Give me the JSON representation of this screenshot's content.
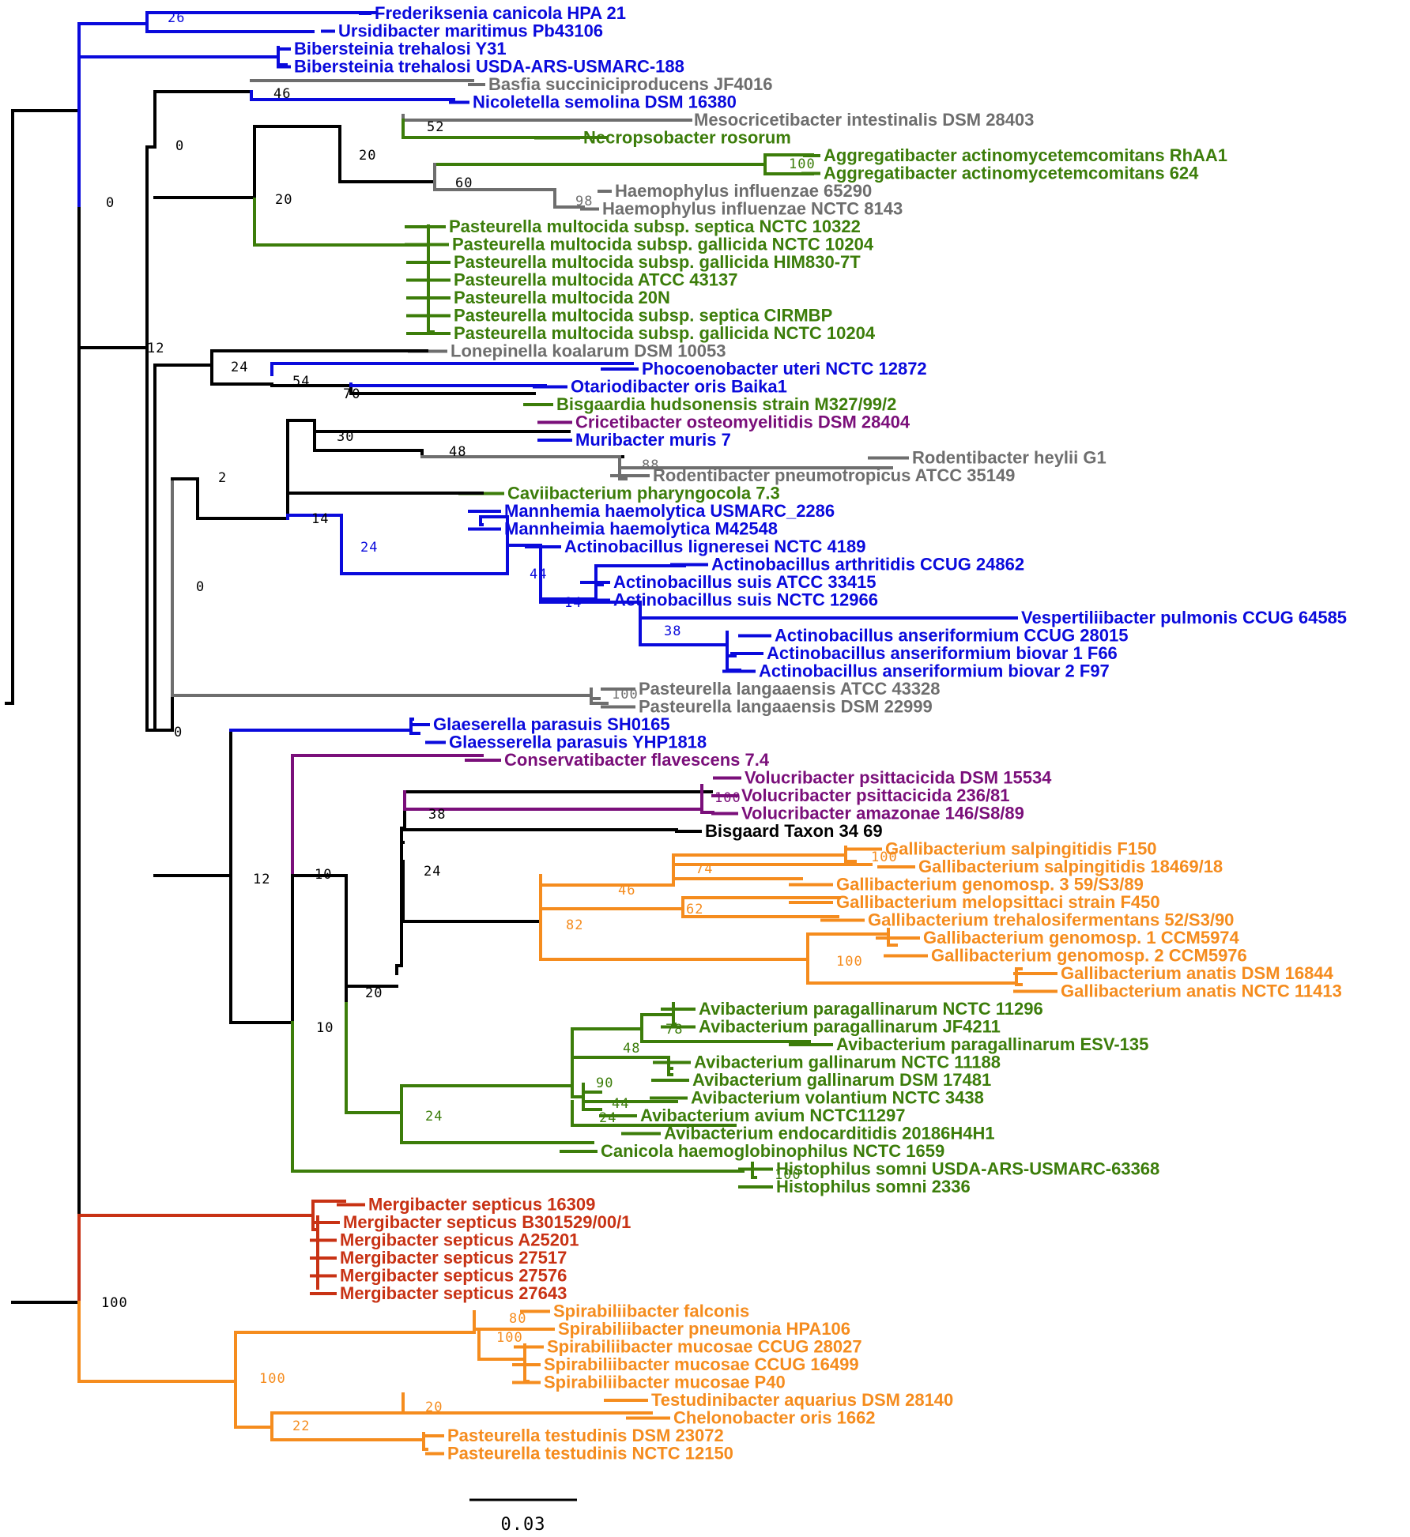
{
  "colors": {
    "blue": "#0a0adc",
    "grey": "#6e6e6e",
    "green": "#3c7d0a",
    "black": "#000000",
    "purple": "#7a0f7a",
    "orange": "#f58c1e",
    "red": "#c83214"
  },
  "scale_bar": {
    "label": "0.03"
  },
  "taxa": [
    {
      "label": "Frederiksenia canicola HPA 21",
      "color": "blue"
    },
    {
      "label": "Ursidibacter maritimus Pb43106",
      "color": "blue"
    },
    {
      "label": "Bibersteinia trehalosi Y31",
      "color": "blue"
    },
    {
      "label": "Bibersteinia trehalosi USDA-ARS-USMARC-188",
      "color": "blue"
    },
    {
      "label": "Basfia succiniciproducens JF4016",
      "color": "grey"
    },
    {
      "label": "Nicoletella semolina DSM 16380",
      "color": "blue"
    },
    {
      "label": "Mesocricetibacter intestinalis DSM 28403",
      "color": "grey"
    },
    {
      "label": "Necropsobacter rosorum",
      "color": "green"
    },
    {
      "label": "Aggregatibacter actinomycetemcomitans RhAA1",
      "color": "green"
    },
    {
      "label": "Aggregatibacter actinomycetemcomitans 624",
      "color": "green"
    },
    {
      "label": "Haemophylus influenzae 65290",
      "color": "grey"
    },
    {
      "label": "Haemophylus influenzae NCTC 8143",
      "color": "grey"
    },
    {
      "label": "Pasteurella multocida subsp. septica NCTC 10322",
      "color": "green"
    },
    {
      "label": "Pasteurella multocida subsp. gallicida NCTC 10204",
      "color": "green"
    },
    {
      "label": "Pasteurella multocida subsp. gallicida HIM830-7T",
      "color": "green"
    },
    {
      "label": "Pasteurella multocida ATCC 43137",
      "color": "green"
    },
    {
      "label": "Pasteurella multocida 20N",
      "color": "green"
    },
    {
      "label": "Pasteurella multocida subsp. septica CIRMBP",
      "color": "green"
    },
    {
      "label": "Pasteurella multocida subsp. gallicida NCTC 10204",
      "color": "green"
    },
    {
      "label": "Lonepinella koalarum DSM 10053",
      "color": "grey"
    },
    {
      "label": "Phocoenobacter uteri NCTC 12872",
      "color": "blue"
    },
    {
      "label": "Otariodibacter oris Baika1",
      "color": "blue"
    },
    {
      "label": "Bisgaardia hudsonensis strain M327/99/2",
      "color": "green"
    },
    {
      "label": "Cricetibacter osteomyelitidis DSM 28404",
      "color": "purple"
    },
    {
      "label": "Muribacter muris 7",
      "color": "blue"
    },
    {
      "label": "Rodentibacter heylii G1",
      "color": "grey"
    },
    {
      "label": "Rodentibacter pneumotropicus ATCC 35149",
      "color": "grey"
    },
    {
      "label": "Caviibacterium pharyngocola 7.3",
      "color": "green"
    },
    {
      "label": "Mannhemia haemolytica USMARC_2286",
      "color": "blue"
    },
    {
      "label": "Mannheimia haemolytica M42548",
      "color": "blue"
    },
    {
      "label": "Actinobacillus ligneresei NCTC 4189",
      "color": "blue"
    },
    {
      "label": "Actinobacillus arthritidis CCUG 24862",
      "color": "blue"
    },
    {
      "label": "Actinobacillus suis ATCC 33415",
      "color": "blue"
    },
    {
      "label": "Actinobacillus suis NCTC 12966",
      "color": "blue"
    },
    {
      "label": "Vespertiliibacter pulmonis CCUG 64585",
      "color": "blue"
    },
    {
      "label": "Actinobacillus anseriformium CCUG 28015",
      "color": "blue"
    },
    {
      "label": "Actinobacillus anseriformium biovar 1 F66",
      "color": "blue"
    },
    {
      "label": "Actinobacillus anseriformium biovar 2 F97",
      "color": "blue"
    },
    {
      "label": "Pasteurella langaaensis ATCC 43328",
      "color": "grey"
    },
    {
      "label": "Pasteurella langaaensis DSM 22999",
      "color": "grey"
    },
    {
      "label": "Glaeserella parasuis SH0165",
      "color": "blue"
    },
    {
      "label": "Glaesserella parasuis YHP1818",
      "color": "blue"
    },
    {
      "label": "Conservatibacter flavescens 7.4",
      "color": "purple"
    },
    {
      "label": "Volucribacter psittacicida DSM 15534",
      "color": "purple"
    },
    {
      "label": "Volucribacter psittacicida 236/81",
      "color": "purple"
    },
    {
      "label": "Volucribacter amazonae 146/S8/89",
      "color": "purple"
    },
    {
      "label": "Bisgaard Taxon 34 69",
      "color": "black"
    },
    {
      "label": "Gallibacterium salpingitidis F150",
      "color": "orange"
    },
    {
      "label": "Gallibacterium salpingitidis 18469/18",
      "color": "orange"
    },
    {
      "label": "Gallibacterium genomosp. 3 59/S3/89",
      "color": "orange"
    },
    {
      "label": "Gallibacterium melopsittaci strain F450",
      "color": "orange"
    },
    {
      "label": "Gallibacterium trehalosifermentans 52/S3/90",
      "color": "orange"
    },
    {
      "label": "Gallibacterium genomosp. 1 CCM5974",
      "color": "orange"
    },
    {
      "label": "Gallibacterium genomosp. 2 CCM5976",
      "color": "orange"
    },
    {
      "label": "Gallibacterium anatis DSM 16844",
      "color": "orange"
    },
    {
      "label": "Gallibacterium anatis NCTC 11413",
      "color": "orange"
    },
    {
      "label": "Avibacterium paragallinarum NCTC 11296",
      "color": "green"
    },
    {
      "label": "Avibacterium paragallinarum JF4211",
      "color": "green"
    },
    {
      "label": "Avibacterium paragallinarum ESV-135",
      "color": "green"
    },
    {
      "label": "Avibacterium gallinarum NCTC 11188",
      "color": "green"
    },
    {
      "label": "Avibacterium gallinarum DSM 17481",
      "color": "green"
    },
    {
      "label": "Avibacterium volantium NCTC 3438",
      "color": "green"
    },
    {
      "label": "Avibacterium avium NCTC11297",
      "color": "green"
    },
    {
      "label": "Avibacterium endocarditidis 20186H4H1",
      "color": "green"
    },
    {
      "label": "Canicola haemoglobinophilus NCTC 1659",
      "color": "green"
    },
    {
      "label": "Histophilus somni USDA-ARS-USMARC-63368",
      "color": "green"
    },
    {
      "label": "Histophilus somni 2336",
      "color": "green"
    },
    {
      "label": "Mergibacter septicus 16309",
      "color": "red"
    },
    {
      "label": "Mergibacter septicus B301529/00/1",
      "color": "red"
    },
    {
      "label": "Mergibacter septicus A25201",
      "color": "red"
    },
    {
      "label": "Mergibacter septicus 27517",
      "color": "red"
    },
    {
      "label": "Mergibacter septicus 27576",
      "color": "red"
    },
    {
      "label": "Mergibacter septicus 27643",
      "color": "red"
    },
    {
      "label": "Spirabiliibacter falconis",
      "color": "orange"
    },
    {
      "label": "Spirabiliibacter pneumonia HPA106",
      "color": "orange"
    },
    {
      "label": "Spirabiliibacter mucosae CCUG 28027",
      "color": "orange"
    },
    {
      "label": "Spirabiliibacter mucosae CCUG 16499",
      "color": "orange"
    },
    {
      "label": "Spirabiliibacter mucosae P40",
      "color": "orange"
    },
    {
      "label": "Testudinibacter aquarius DSM 28140",
      "color": "orange"
    },
    {
      "label": "Chelonobacter oris 1662",
      "color": "orange"
    },
    {
      "label": "Pasteurella testudinis DSM 23072",
      "color": "orange"
    },
    {
      "label": "Pasteurella testudinis NCTC 12150",
      "color": "orange"
    }
  ],
  "bootstrap_values": [
    {
      "label": "26",
      "color": "blue"
    },
    {
      "label": "0",
      "color": "black"
    },
    {
      "label": "46",
      "color": "black"
    },
    {
      "label": "0",
      "color": "black"
    },
    {
      "label": "52",
      "color": "black"
    },
    {
      "label": "20",
      "color": "black"
    },
    {
      "label": "100",
      "color": "green"
    },
    {
      "label": "60",
      "color": "black"
    },
    {
      "label": "98",
      "color": "grey"
    },
    {
      "label": "20",
      "color": "black"
    },
    {
      "label": "12",
      "color": "black"
    },
    {
      "label": "24",
      "color": "black"
    },
    {
      "label": "54",
      "color": "black"
    },
    {
      "label": "70",
      "color": "black"
    },
    {
      "label": "30",
      "color": "black"
    },
    {
      "label": "48",
      "color": "black"
    },
    {
      "label": "88",
      "color": "grey"
    },
    {
      "label": "2",
      "color": "black"
    },
    {
      "label": "14",
      "color": "black"
    },
    {
      "label": "24",
      "color": "blue"
    },
    {
      "label": "0",
      "color": "black"
    },
    {
      "label": "44",
      "color": "blue"
    },
    {
      "label": "14",
      "color": "blue"
    },
    {
      "label": "38",
      "color": "blue"
    },
    {
      "label": "100",
      "color": "grey"
    },
    {
      "label": "0",
      "color": "black"
    },
    {
      "label": "100",
      "color": "purple"
    },
    {
      "label": "38",
      "color": "black"
    },
    {
      "label": "24",
      "color": "black"
    },
    {
      "label": "74",
      "color": "orange"
    },
    {
      "label": "100",
      "color": "orange"
    },
    {
      "label": "46",
      "color": "orange"
    },
    {
      "label": "62",
      "color": "orange"
    },
    {
      "label": "82",
      "color": "orange"
    },
    {
      "label": "100",
      "color": "orange"
    },
    {
      "label": "12",
      "color": "black"
    },
    {
      "label": "10",
      "color": "black"
    },
    {
      "label": "20",
      "color": "black"
    },
    {
      "label": "10",
      "color": "black"
    },
    {
      "label": "78",
      "color": "green"
    },
    {
      "label": "48",
      "color": "green"
    },
    {
      "label": "90",
      "color": "green"
    },
    {
      "label": "44",
      "color": "green"
    },
    {
      "label": "24",
      "color": "green"
    },
    {
      "label": "24",
      "color": "green"
    },
    {
      "label": "100",
      "color": "green"
    },
    {
      "label": "100",
      "color": "black"
    },
    {
      "label": "80",
      "color": "orange"
    },
    {
      "label": "100",
      "color": "orange"
    },
    {
      "label": "100",
      "color": "orange"
    },
    {
      "label": "20",
      "color": "orange"
    },
    {
      "label": "22",
      "color": "orange"
    }
  ]
}
